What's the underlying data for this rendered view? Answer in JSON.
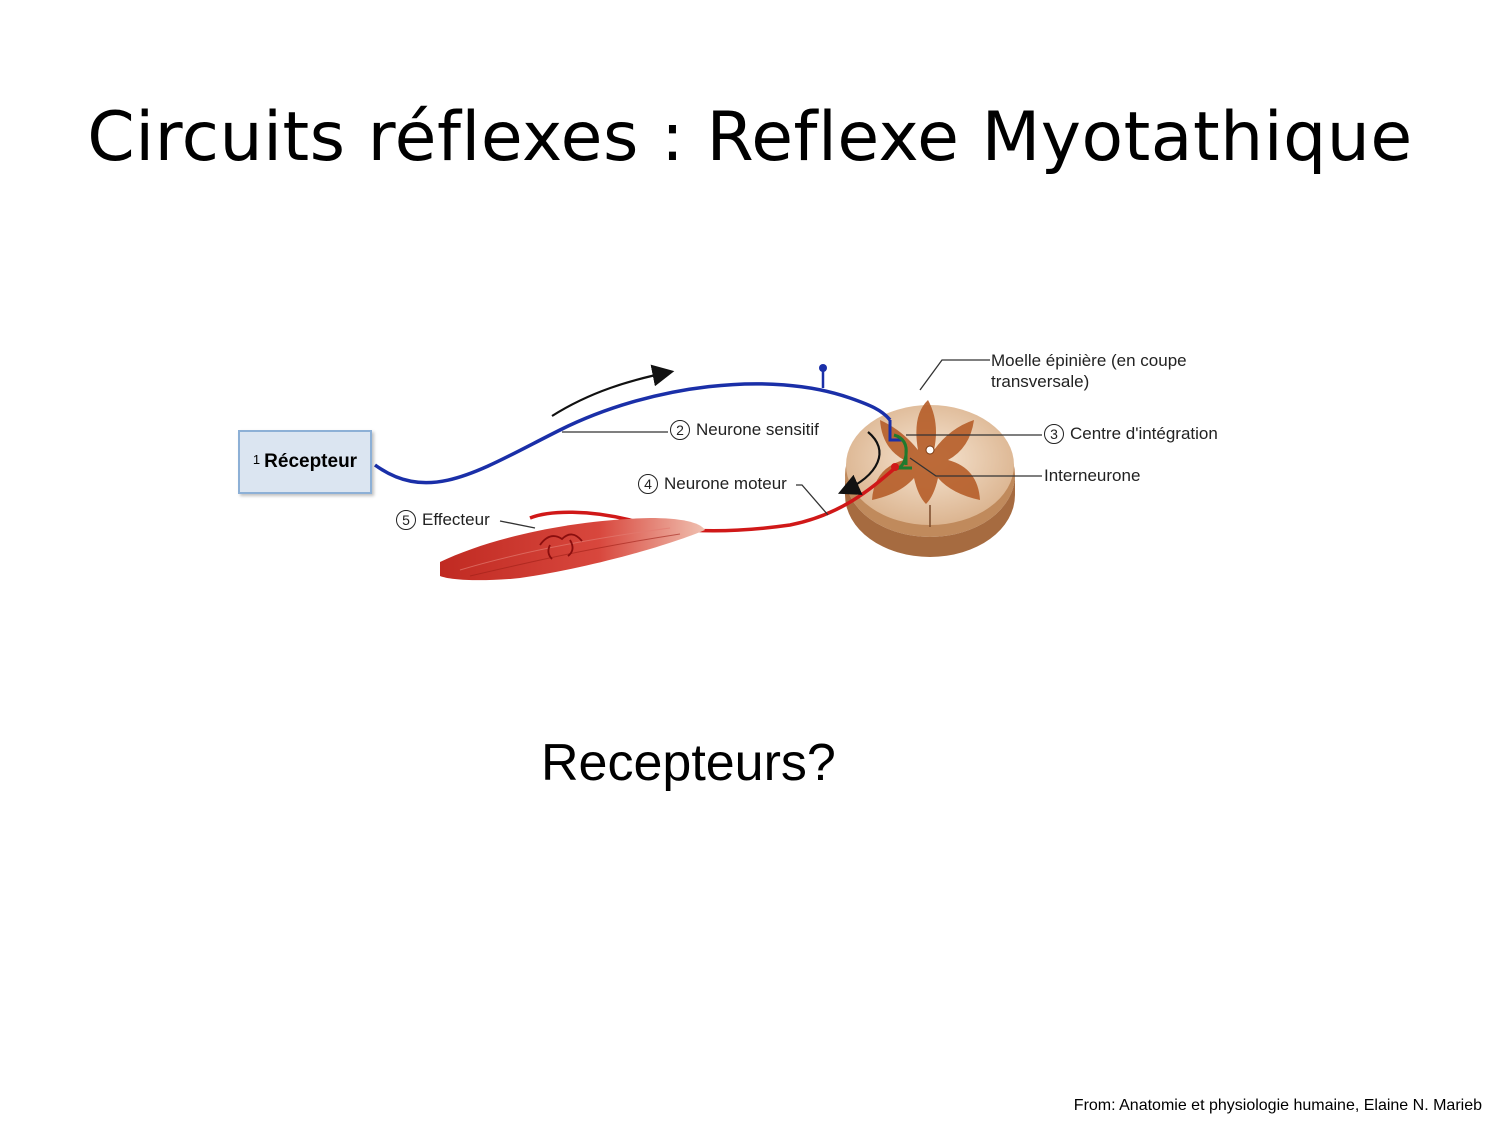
{
  "title": "Circuits réflexes : Reflexe Myotathique",
  "diagram": {
    "receptor": {
      "number": "1",
      "label": "Récepteur"
    },
    "labels": {
      "sensory_neuron": {
        "number": "2",
        "text": "Neurone sensitif"
      },
      "integration_center": {
        "number": "3",
        "text": "Centre d'intégration"
      },
      "motor_neuron": {
        "number": "4",
        "text": "Neurone moteur"
      },
      "effector": {
        "number": "5",
        "text": "Effecteur"
      },
      "spinal_cord_line1": "Moelle épinière (en coupe",
      "spinal_cord_line2": "transversale)",
      "interneuron": "Interneurone"
    },
    "colors": {
      "sensory": "#1a2fa8",
      "motor": "#d01818",
      "interneuron": "#1f7a2e",
      "muscle": "#c8322a",
      "spinal_cord_white": "#f2dcc4",
      "spinal_cord_gray": "#b8602a"
    }
  },
  "question": "Recepteurs?",
  "source": "From: Anatomie et physiologie humaine, Elaine N. Marieb"
}
